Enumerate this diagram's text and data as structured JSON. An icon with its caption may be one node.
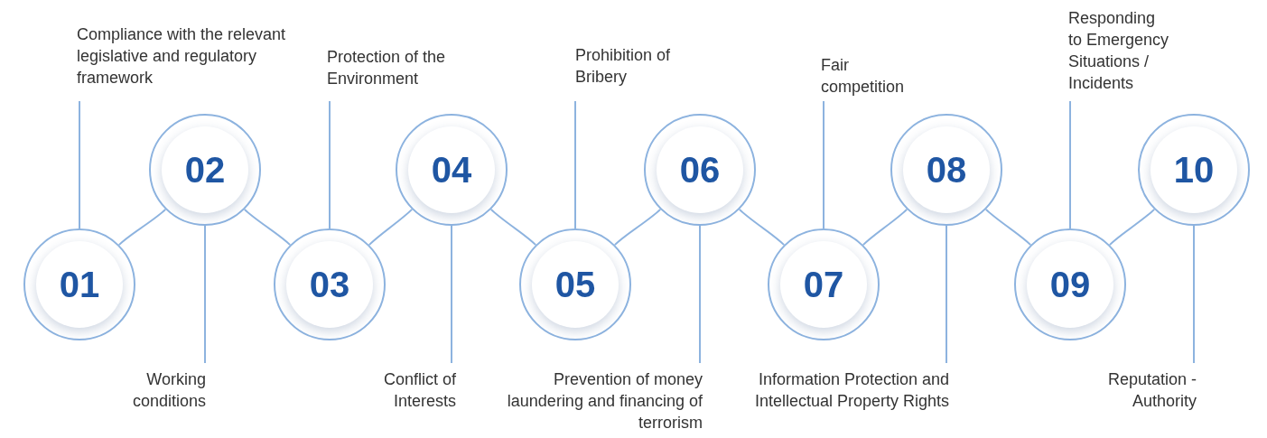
{
  "diagram": {
    "nodes": [
      {
        "text": [
          "01"
        ]
      },
      {
        "text": [
          "02"
        ]
      },
      {
        "text": [
          "03"
        ]
      },
      {
        "text": [
          "04"
        ]
      },
      {
        "text": [
          "05"
        ]
      },
      {
        "text": [
          "06"
        ]
      },
      {
        "text": [
          "07"
        ]
      },
      {
        "text": [
          "08"
        ]
      },
      {
        "text": [
          "09"
        ]
      },
      {
        "text": [
          "10"
        ]
      },
      {
        "text": [
          "Compliance with the relevant legislative and regulatory framework"
        ]
      },
      {
        "text": [
          "Working conditions"
        ]
      },
      {
        "text": [
          "Protection of the Environment"
        ]
      },
      {
        "text": [
          "Conflict of Interests"
        ]
      },
      {
        "text": [
          "Prohibition of Bribery"
        ]
      },
      {
        "text": [
          "Prevention of money laundering and financing of terrorism"
        ]
      },
      {
        "text": [
          "Fair competition"
        ]
      },
      {
        "text": [
          "Information Protection and Intellectual Property Rights"
        ]
      },
      {
        "text": [
          "Responding to Emergency Situations / Incidents"
        ]
      },
      {
        "text": [
          "Reputation - Authority"
        ]
      }
    ],
    "edges": [
      {
        "from": 0,
        "to": 1,
        "arrow": "none"
      },
      {
        "from": 1,
        "to": 2,
        "arrow": "none"
      },
      {
        "from": 2,
        "to": 3,
        "arrow": "none"
      },
      {
        "from": 3,
        "to": 4,
        "arrow": "none"
      },
      {
        "from": 4,
        "to": 5,
        "arrow": "none"
      },
      {
        "from": 5,
        "to": 6,
        "arrow": "none"
      },
      {
        "from": 6,
        "to": 7,
        "arrow": "none"
      },
      {
        "from": 7,
        "to": 8,
        "arrow": "none"
      },
      {
        "from": 8,
        "to": 9,
        "arrow": "none"
      },
      {
        "from": 10,
        "to": 0,
        "arrow": "none"
      },
      {
        "from": 11,
        "to": 1,
        "arrow": "none"
      },
      {
        "from": 12,
        "to": 2,
        "arrow": "none"
      },
      {
        "from": 13,
        "to": 3,
        "arrow": "none"
      },
      {
        "from": 14,
        "to": 4,
        "arrow": "none"
      },
      {
        "from": 15,
        "to": 5,
        "arrow": "none"
      },
      {
        "from": 16,
        "to": 6,
        "arrow": "none"
      },
      {
        "from": 17,
        "to": 7,
        "arrow": "none"
      },
      {
        "from": 18,
        "to": 8,
        "arrow": "none"
      },
      {
        "from": 19,
        "to": 9,
        "arrow": "none"
      }
    ]
  }
}
